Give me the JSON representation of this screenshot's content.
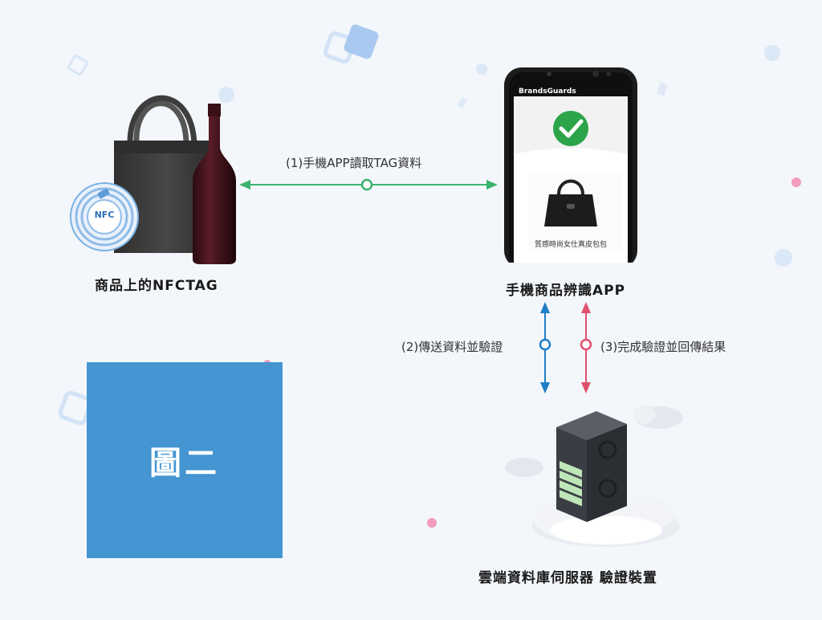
{
  "colors": {
    "background": "#f3f6fa",
    "green_arrow": "#3cb371",
    "blue_arrow": "#1f7fc4",
    "red_arrow": "#e0506e",
    "figure_box": "#4495d1"
  },
  "nodes": {
    "nfc_item": {
      "label": "商品上的NFCTAG",
      "nfc_badge": "NFC"
    },
    "phone_app": {
      "label": "手機商品辨識APP",
      "app_name": "BrandsGuards",
      "product_caption": "質感時尚女仕真皮包包"
    },
    "server": {
      "label": "雲端資料庫伺服器 驗證裝置"
    }
  },
  "arrows": {
    "step1": "(1)手機APP讀取TAG資料",
    "step2": "(2)傳送資料並驗證",
    "step3": "(3)完成驗證並回傳結果"
  },
  "figure": {
    "label": "圖二"
  }
}
